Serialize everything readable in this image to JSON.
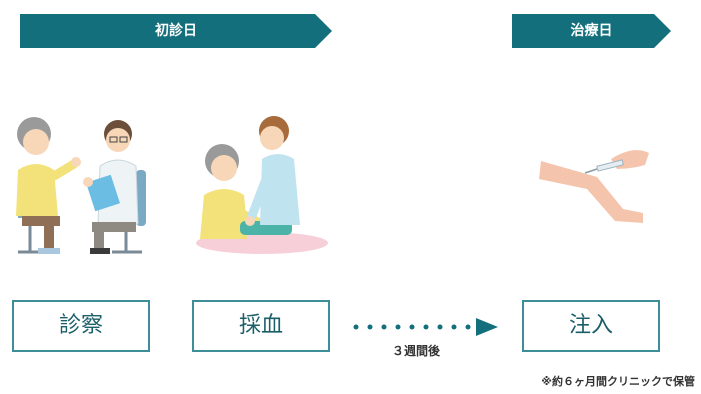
{
  "phases": {
    "first_visit": "初診日",
    "treatment_day": "治療日"
  },
  "steps": {
    "consultation": "診察",
    "blood_draw": "採血",
    "injection": "注入"
  },
  "interval": "３週間後",
  "note": "※約６ヶ月間クリニックで保管",
  "colors": {
    "primary": "#136f7c",
    "box_border": "#3d8e98"
  }
}
